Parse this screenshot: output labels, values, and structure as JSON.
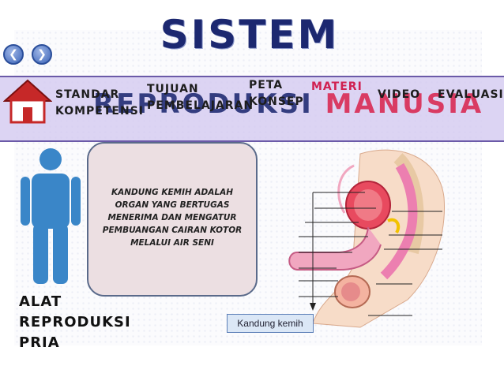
{
  "header": {
    "title_line1": "Sistem",
    "title_line2_a": "Reproduksi ",
    "title_line2_b": "Manusia",
    "prev_icon": "arrow-left-icon",
    "next_icon": "arrow-right-icon",
    "home_icon": "home-icon"
  },
  "nav": {
    "items": [
      {
        "label": "Standar Kompetensi"
      },
      {
        "label": "Tujuan Pembelajaran"
      },
      {
        "label": "Peta Konsep"
      },
      {
        "label": "Materi"
      },
      {
        "label": "Video"
      },
      {
        "label": "Evaluasi"
      }
    ],
    "active_color": "#d02050"
  },
  "side": {
    "figure_icon": "male-figure-icon",
    "label": "Alat Reproduksi Pria"
  },
  "info": {
    "text": "Kandung kemih adalah organ yang bertugas menerima dan mengatur pembuangan cairan kotor melalui air seni"
  },
  "diagram": {
    "icon": "male-reproductive-anatomy-diagram",
    "answer_label": "Kandung kemih"
  },
  "colors": {
    "title": "#1c2870",
    "nav_bar": "#d4caf0",
    "info_box": "#ecdfe2",
    "figure": "#3a86c8"
  }
}
